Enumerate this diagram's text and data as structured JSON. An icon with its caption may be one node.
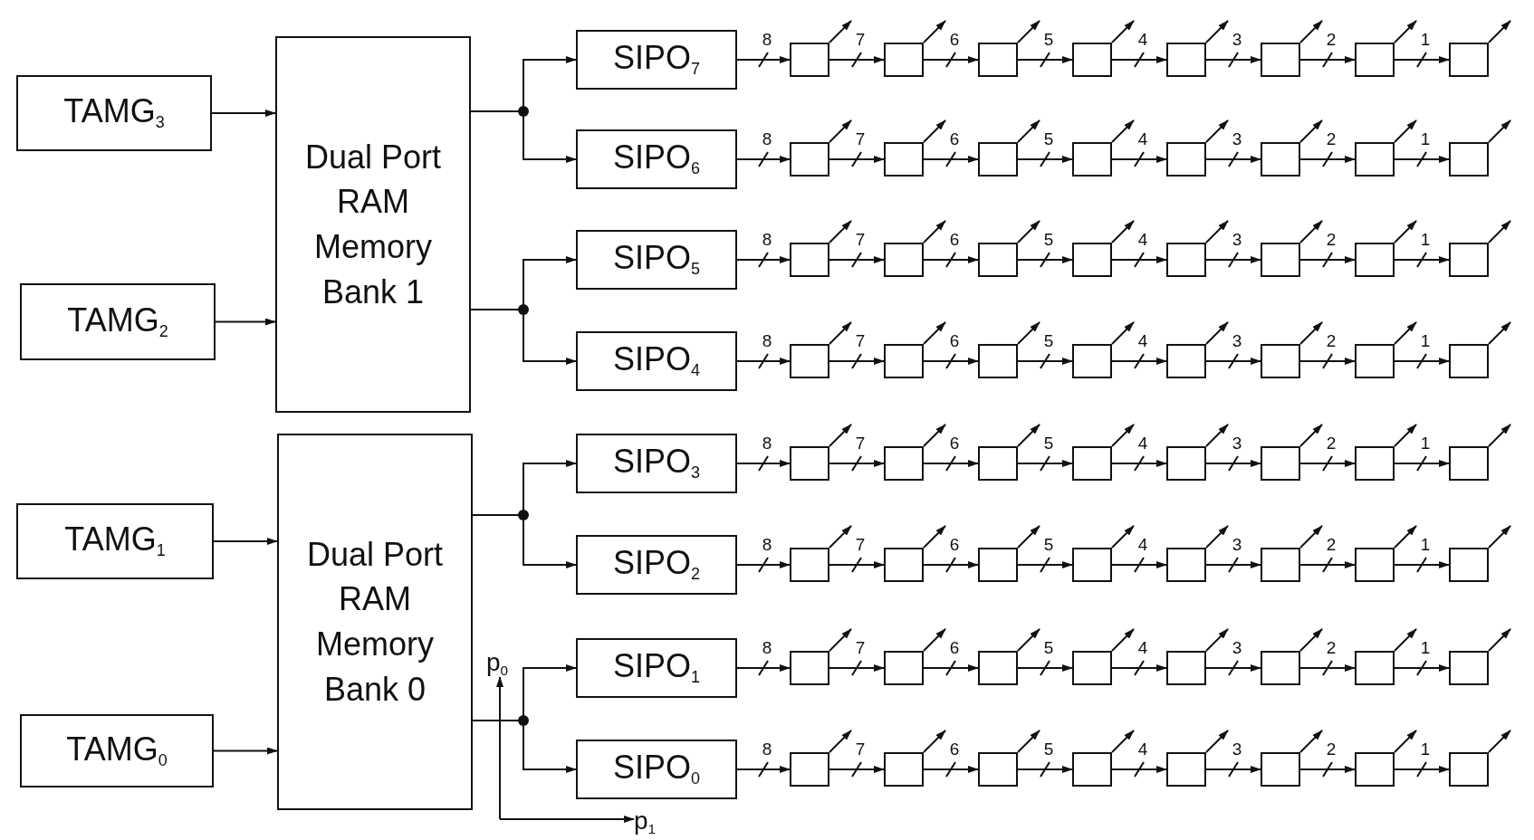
{
  "diagram": {
    "nodes": [
      {
        "text": [
          "TAMG$_{3}$"
        ]
      },
      {
        "text": [
          "TAMG$_{2}$"
        ]
      },
      {
        "text": [
          "TAMG$_{1}$"
        ]
      },
      {
        "text": [
          "TAMG$_{0}$"
        ]
      },
      {
        "text": [
          "Dual Port RAM Memory Bank 1"
        ]
      },
      {
        "text": [
          "Dual Port RAM Memory Bank 0"
        ]
      },
      {
        "text": [
          "SIPO$_{7}$"
        ]
      },
      {
        "text": [
          "SIPO$_{6}$"
        ]
      },
      {
        "text": [
          "SIPO$_{5}$"
        ]
      },
      {
        "text": [
          "SIPO$_{4}$"
        ]
      },
      {
        "text": [
          "SIPO$_{3}$"
        ]
      },
      {
        "text": [
          "SIPO$_{2}$"
        ]
      },
      {
        "text": [
          "SIPO$_{1}$"
        ]
      },
      {
        "text": [
          "SIPO$_{0}$"
        ]
      },
      {
        "text": [],
        "shape": "box"
      },
      {
        "text": [],
        "shape": "box"
      },
      {
        "text": [],
        "shape": "box"
      },
      {
        "text": [],
        "shape": "box"
      },
      {
        "text": [],
        "shape": "box"
      },
      {
        "text": [],
        "shape": "box"
      },
      {
        "text": [],
        "shape": "box"
      },
      {
        "text": [],
        "shape": "box"
      },
      {
        "text": [],
        "shape": "box"
      },
      {
        "text": [],
        "shape": "box"
      },
      {
        "text": [],
        "shape": "box"
      },
      {
        "text": [],
        "shape": "box"
      },
      {
        "text": [],
        "shape": "box"
      },
      {
        "text": [],
        "shape": "box"
      },
      {
        "text": [],
        "shape": "box"
      },
      {
        "text": [],
        "shape": "box"
      },
      {
        "text": [],
        "shape": "box"
      },
      {
        "text": [],
        "shape": "box"
      },
      {
        "text": [],
        "shape": "box"
      },
      {
        "text": [],
        "shape": "box"
      },
      {
        "text": [],
        "shape": "box"
      },
      {
        "text": [],
        "shape": "box"
      },
      {
        "text": [],
        "shape": "box"
      },
      {
        "text": [],
        "shape": "box"
      },
      {
        "text": [],
        "shape": "box"
      },
      {
        "text": [],
        "shape": "box"
      },
      {
        "text": [],
        "shape": "box"
      },
      {
        "text": [],
        "shape": "box"
      },
      {
        "text": [],
        "shape": "box"
      },
      {
        "text": [],
        "shape": "box"
      },
      {
        "text": [],
        "shape": "box"
      },
      {
        "text": [],
        "shape": "box"
      },
      {
        "text": [],
        "shape": "box"
      },
      {
        "text": [],
        "shape": "box"
      },
      {
        "text": [],
        "shape": "box"
      },
      {
        "text": [],
        "shape": "box"
      },
      {
        "text": [],
        "shape": "box"
      },
      {
        "text": [],
        "shape": "box"
      },
      {
        "text": [],
        "shape": "box"
      },
      {
        "text": [],
        "shape": "box"
      },
      {
        "text": [],
        "shape": "box"
      },
      {
        "text": [],
        "shape": "box"
      },
      {
        "text": [],
        "shape": "box"
      },
      {
        "text": [],
        "shape": "box"
      },
      {
        "text": [],
        "shape": "box"
      },
      {
        "text": [],
        "shape": "box"
      },
      {
        "text": [],
        "shape": "box"
      },
      {
        "text": [],
        "shape": "box"
      },
      {
        "text": [],
        "shape": "box"
      },
      {
        "text": [],
        "shape": "box"
      },
      {
        "text": [],
        "shape": "box"
      },
      {
        "text": [],
        "shape": "box"
      },
      {
        "text": [],
        "shape": "box"
      },
      {
        "text": [],
        "shape": "box"
      },
      {
        "text": [],
        "shape": "box"
      },
      {
        "text": [],
        "shape": "box"
      },
      {
        "text": [],
        "shape": "box"
      },
      {
        "text": [],
        "shape": "box"
      },
      {
        "text": [],
        "shape": "box"
      },
      {
        "text": [],
        "shape": "box"
      },
      {
        "text": [],
        "shape": "box"
      },
      {
        "text": [],
        "shape": "box"
      },
      {
        "text": [],
        "shape": "box"
      },
      {
        "text": [],
        "shape": "box"
      },
      {
        "text": [
          "p$_{0}$"
        ]
      },
      {
        "text": [
          "p$_{1}$"
        ]
      }
    ],
    "edges": [
      {
        "from": 0,
        "to": 4,
        "arrow": "to"
      },
      {
        "from": 1,
        "to": 4,
        "arrow": "to"
      },
      {
        "from": 2,
        "to": 5,
        "arrow": "to"
      },
      {
        "from": 3,
        "to": 5,
        "arrow": "to"
      },
      {
        "from": 4,
        "to": 6,
        "arrow": "to"
      },
      {
        "from": 4,
        "to": 7,
        "arrow": "to"
      },
      {
        "from": 4,
        "to": 8,
        "arrow": "to"
      },
      {
        "from": 4,
        "to": 9,
        "arrow": "to"
      },
      {
        "from": 5,
        "to": 10,
        "arrow": "to"
      },
      {
        "from": 5,
        "to": 11,
        "arrow": "to"
      },
      {
        "from": 5,
        "to": 12,
        "arrow": "to"
      },
      {
        "from": 5,
        "to": 13,
        "arrow": "to"
      },
      {
        "from": 6,
        "to": 14,
        "arrow": "to",
        "label": "8"
      },
      {
        "from": 14,
        "to": 15,
        "arrow": "to",
        "label": "7"
      },
      {
        "from": 15,
        "to": 16,
        "arrow": "to",
        "label": "6"
      },
      {
        "from": 16,
        "to": 17,
        "arrow": "to",
        "label": "5"
      },
      {
        "from": 17,
        "to": 18,
        "arrow": "to",
        "label": "4"
      },
      {
        "from": 18,
        "to": 19,
        "arrow": "to",
        "label": "3"
      },
      {
        "from": 19,
        "to": 20,
        "arrow": "to",
        "label": "2"
      },
      {
        "from": 20,
        "to": 21,
        "arrow": "to",
        "label": "1"
      },
      {
        "from": 14,
        "to": null,
        "arrow": "to"
      },
      {
        "from": 15,
        "to": null,
        "arrow": "to"
      },
      {
        "from": 16,
        "to": null,
        "arrow": "to"
      },
      {
        "from": 17,
        "to": null,
        "arrow": "to"
      },
      {
        "from": 18,
        "to": null,
        "arrow": "to"
      },
      {
        "from": 19,
        "to": null,
        "arrow": "to"
      },
      {
        "from": 20,
        "to": null,
        "arrow": "to"
      },
      {
        "from": 21,
        "to": null,
        "arrow": "to"
      },
      {
        "from": 7,
        "to": 22,
        "arrow": "to",
        "label": "8"
      },
      {
        "from": 22,
        "to": 23,
        "arrow": "to",
        "label": "7"
      },
      {
        "from": 23,
        "to": 24,
        "arrow": "to",
        "label": "6"
      },
      {
        "from": 24,
        "to": 25,
        "arrow": "to",
        "label": "5"
      },
      {
        "from": 25,
        "to": 26,
        "arrow": "to",
        "label": "4"
      },
      {
        "from": 26,
        "to": 27,
        "arrow": "to",
        "label": "3"
      },
      {
        "from": 27,
        "to": 28,
        "arrow": "to",
        "label": "2"
      },
      {
        "from": 28,
        "to": 29,
        "arrow": "to",
        "label": "1"
      },
      {
        "from": 22,
        "to": null,
        "arrow": "to"
      },
      {
        "from": 23,
        "to": null,
        "arrow": "to"
      },
      {
        "from": 24,
        "to": null,
        "arrow": "to"
      },
      {
        "from": 25,
        "to": null,
        "arrow": "to"
      },
      {
        "from": 26,
        "to": null,
        "arrow": "to"
      },
      {
        "from": 27,
        "to": null,
        "arrow": "to"
      },
      {
        "from": 28,
        "to": null,
        "arrow": "to"
      },
      {
        "from": 29,
        "to": null,
        "arrow": "to"
      },
      {
        "from": 8,
        "to": 30,
        "arrow": "to",
        "label": "8"
      },
      {
        "from": 30,
        "to": 31,
        "arrow": "to",
        "label": "7"
      },
      {
        "from": 31,
        "to": 32,
        "arrow": "to",
        "label": "6"
      },
      {
        "from": 32,
        "to": 33,
        "arrow": "to",
        "label": "5"
      },
      {
        "from": 33,
        "to": 34,
        "arrow": "to",
        "label": "4"
      },
      {
        "from": 34,
        "to": 35,
        "arrow": "to",
        "label": "3"
      },
      {
        "from": 35,
        "to": 36,
        "arrow": "to",
        "label": "2"
      },
      {
        "from": 36,
        "to": 37,
        "arrow": "to",
        "label": "1"
      },
      {
        "from": 30,
        "to": null,
        "arrow": "to"
      },
      {
        "from": 31,
        "to": null,
        "arrow": "to"
      },
      {
        "from": 32,
        "to": null,
        "arrow": "to"
      },
      {
        "from": 33,
        "to": null,
        "arrow": "to"
      },
      {
        "from": 34,
        "to": null,
        "arrow": "to"
      },
      {
        "from": 35,
        "to": null,
        "arrow": "to"
      },
      {
        "from": 36,
        "to": null,
        "arrow": "to"
      },
      {
        "from": 37,
        "to": null,
        "arrow": "to"
      },
      {
        "from": 9,
        "to": 38,
        "arrow": "to",
        "label": "8"
      },
      {
        "from": 38,
        "to": 39,
        "arrow": "to",
        "label": "7"
      },
      {
        "from": 39,
        "to": 40,
        "arrow": "to",
        "label": "6"
      },
      {
        "from": 40,
        "to": 41,
        "arrow": "to",
        "label": "5"
      },
      {
        "from": 41,
        "to": 42,
        "arrow": "to",
        "label": "4"
      },
      {
        "from": 42,
        "to": 43,
        "arrow": "to",
        "label": "3"
      },
      {
        "from": 43,
        "to": 44,
        "arrow": "to",
        "label": "2"
      },
      {
        "from": 44,
        "to": 45,
        "arrow": "to",
        "label": "1"
      },
      {
        "from": 38,
        "to": null,
        "arrow": "to"
      },
      {
        "from": 39,
        "to": null,
        "arrow": "to"
      },
      {
        "from": 40,
        "to": null,
        "arrow": "to"
      },
      {
        "from": 41,
        "to": null,
        "arrow": "to"
      },
      {
        "from": 42,
        "to": null,
        "arrow": "to"
      },
      {
        "from": 43,
        "to": null,
        "arrow": "to"
      },
      {
        "from": 44,
        "to": null,
        "arrow": "to"
      },
      {
        "from": 45,
        "to": null,
        "arrow": "to"
      },
      {
        "from": 10,
        "to": 46,
        "arrow": "to",
        "label": "8"
      },
      {
        "from": 46,
        "to": 47,
        "arrow": "to",
        "label": "7"
      },
      {
        "from": 47,
        "to": 48,
        "arrow": "to",
        "label": "6"
      },
      {
        "from": 48,
        "to": 49,
        "arrow": "to",
        "label": "5"
      },
      {
        "from": 49,
        "to": 50,
        "arrow": "to",
        "label": "4"
      },
      {
        "from": 50,
        "to": 51,
        "arrow": "to",
        "label": "3"
      },
      {
        "from": 51,
        "to": 52,
        "arrow": "to",
        "label": "2"
      },
      {
        "from": 52,
        "to": 53,
        "arrow": "to",
        "label": "1"
      },
      {
        "from": 46,
        "to": null,
        "arrow": "to"
      },
      {
        "from": 47,
        "to": null,
        "arrow": "to"
      },
      {
        "from": 48,
        "to": null,
        "arrow": "to"
      },
      {
        "from": 49,
        "to": null,
        "arrow": "to"
      },
      {
        "from": 50,
        "to": null,
        "arrow": "to"
      },
      {
        "from": 51,
        "to": null,
        "arrow": "to"
      },
      {
        "from": 52,
        "to": null,
        "arrow": "to"
      },
      {
        "from": 53,
        "to": null,
        "arrow": "to"
      },
      {
        "from": 11,
        "to": 54,
        "arrow": "to",
        "label": "8"
      },
      {
        "from": 54,
        "to": 55,
        "arrow": "to",
        "label": "7"
      },
      {
        "from": 55,
        "to": 56,
        "arrow": "to",
        "label": "6"
      },
      {
        "from": 56,
        "to": 57,
        "arrow": "to",
        "label": "5"
      },
      {
        "from": 57,
        "to": 58,
        "arrow": "to",
        "label": "4"
      },
      {
        "from": 58,
        "to": 59,
        "arrow": "to",
        "label": "3"
      },
      {
        "from": 59,
        "to": 60,
        "arrow": "to",
        "label": "2"
      },
      {
        "from": 60,
        "to": 61,
        "arrow": "to",
        "label": "1"
      },
      {
        "from": 54,
        "to": null,
        "arrow": "to"
      },
      {
        "from": 55,
        "to": null,
        "arrow": "to"
      },
      {
        "from": 56,
        "to": null,
        "arrow": "to"
      },
      {
        "from": 57,
        "to": null,
        "arrow": "to"
      },
      {
        "from": 58,
        "to": null,
        "arrow": "to"
      },
      {
        "from": 59,
        "to": null,
        "arrow": "to"
      },
      {
        "from": 60,
        "to": null,
        "arrow": "to"
      },
      {
        "from": 61,
        "to": null,
        "arrow": "to"
      },
      {
        "from": 12,
        "to": 62,
        "arrow": "to",
        "label": "8"
      },
      {
        "from": 62,
        "to": 63,
        "arrow": "to",
        "label": "7"
      },
      {
        "from": 63,
        "to": 64,
        "arrow": "to",
        "label": "6"
      },
      {
        "from": 64,
        "to": 65,
        "arrow": "to",
        "label": "5"
      },
      {
        "from": 65,
        "to": 66,
        "arrow": "to",
        "label": "4"
      },
      {
        "from": 66,
        "to": 67,
        "arrow": "to",
        "label": "3"
      },
      {
        "from": 67,
        "to": 68,
        "arrow": "to",
        "label": "2"
      },
      {
        "from": 68,
        "to": 69,
        "arrow": "to",
        "label": "1"
      },
      {
        "from": 62,
        "to": null,
        "arrow": "to"
      },
      {
        "from": 63,
        "to": null,
        "arrow": "to"
      },
      {
        "from": 64,
        "to": null,
        "arrow": "to"
      },
      {
        "from": 65,
        "to": null,
        "arrow": "to"
      },
      {
        "from": 66,
        "to": null,
        "arrow": "to"
      },
      {
        "from": 67,
        "to": null,
        "arrow": "to"
      },
      {
        "from": 68,
        "to": null,
        "arrow": "to"
      },
      {
        "from": 69,
        "to": null,
        "arrow": "to"
      },
      {
        "from": 13,
        "to": 70,
        "arrow": "to",
        "label": "8"
      },
      {
        "from": 70,
        "to": 71,
        "arrow": "to",
        "label": "7"
      },
      {
        "from": 71,
        "to": 72,
        "arrow": "to",
        "label": "6"
      },
      {
        "from": 72,
        "to": 73,
        "arrow": "to",
        "label": "5"
      },
      {
        "from": 73,
        "to": 74,
        "arrow": "to",
        "label": "4"
      },
      {
        "from": 74,
        "to": 75,
        "arrow": "to",
        "label": "3"
      },
      {
        "from": 75,
        "to": 76,
        "arrow": "to",
        "label": "2"
      },
      {
        "from": 76,
        "to": 77,
        "arrow": "to",
        "label": "1"
      },
      {
        "from": 70,
        "to": null,
        "arrow": "to"
      },
      {
        "from": 71,
        "to": null,
        "arrow": "to"
      },
      {
        "from": 72,
        "to": null,
        "arrow": "to"
      },
      {
        "from": 73,
        "to": null,
        "arrow": "to"
      },
      {
        "from": 74,
        "to": null,
        "arrow": "to"
      },
      {
        "from": 75,
        "to": null,
        "arrow": "to"
      },
      {
        "from": 76,
        "to": null,
        "arrow": "to"
      },
      {
        "from": 77,
        "to": null,
        "arrow": "to"
      },
      {
        "from": null,
        "to": 78,
        "arrow": "to"
      },
      {
        "from": null,
        "to": 79,
        "arrow": "to"
      }
    ]
  }
}
